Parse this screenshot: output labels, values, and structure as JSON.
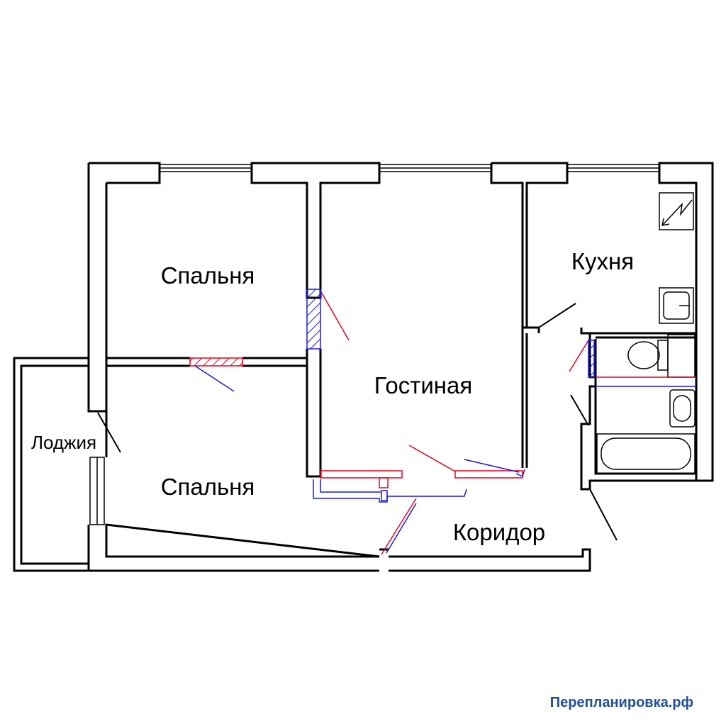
{
  "rooms": {
    "bedroom_top": "Спальня",
    "bedroom_bottom": "Спальня",
    "living_room": "Гостиная",
    "kitchen": "Кухня",
    "loggia": "Лоджия",
    "corridor": "Коридор"
  },
  "watermark": "Перепланировка.рф",
  "colors": {
    "wall": "#000000",
    "demolish": "#e8001c",
    "build": "#1a1ad6",
    "watermark": "#1f4e9c"
  },
  "icons": [
    "window-icon",
    "stove-icon",
    "sink-icon",
    "toilet-icon",
    "washbasin-icon",
    "bathtub-icon",
    "door-icon",
    "hatch-icon"
  ]
}
